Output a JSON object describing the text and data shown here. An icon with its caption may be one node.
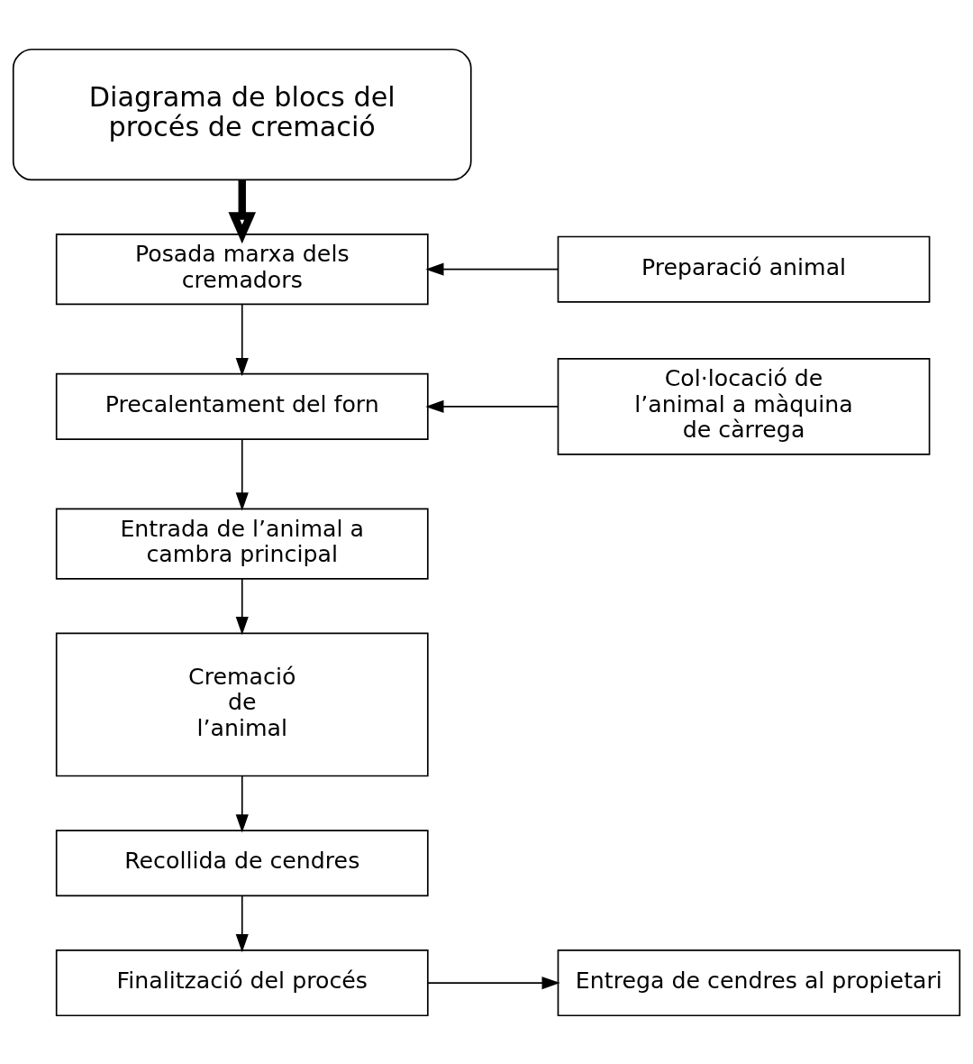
{
  "diagram": {
    "nodes": [
      {
        "text": [
          "Diagrama de blocs del procés de cremació"
        ]
      },
      {
        "text": [
          "Posada marxa dels cremadors"
        ]
      },
      {
        "text": [
          "Preparació animal"
        ]
      },
      {
        "text": [
          "Precalentament del forn"
        ]
      },
      {
        "text": [
          "Col·locació de l’animal a màquina de càrrega"
        ]
      },
      {
        "text": [
          "Entrada de l’animal a cambra principal"
        ]
      },
      {
        "text": [
          "Cremació de l’animal"
        ]
      },
      {
        "text": [
          "Recollida de cendres"
        ]
      },
      {
        "text": [
          "Finalització del procés"
        ]
      },
      {
        "text": [
          "Entrega de cendres al propietari"
        ]
      }
    ],
    "edges": [
      {
        "from": 0,
        "to": 1,
        "arrow": "to",
        "style": "thick"
      },
      {
        "from": 2,
        "to": 1,
        "arrow": "to"
      },
      {
        "from": 1,
        "to": 3,
        "arrow": "to"
      },
      {
        "from": 4,
        "to": 3,
        "arrow": "to"
      },
      {
        "from": 3,
        "to": 5,
        "arrow": "to"
      },
      {
        "from": 5,
        "to": 6,
        "arrow": "to"
      },
      {
        "from": 6,
        "to": 7,
        "arrow": "to"
      },
      {
        "from": 7,
        "to": 8,
        "arrow": "to"
      },
      {
        "from": 8,
        "to": 9,
        "arrow": "to"
      }
    ]
  }
}
